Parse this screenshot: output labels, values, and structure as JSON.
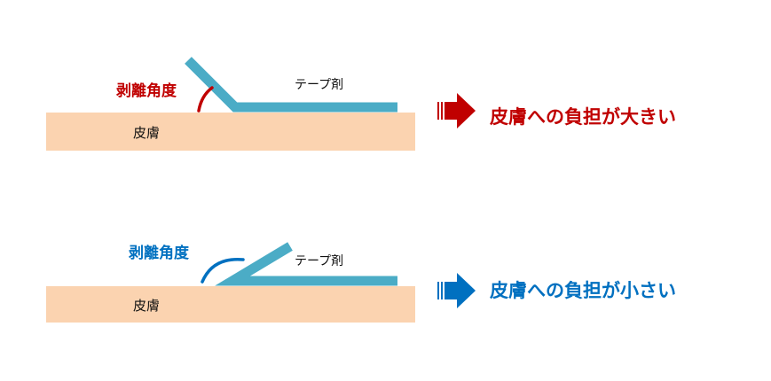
{
  "colors": {
    "skin": "#fbd3b0",
    "tape": "#4bacc6",
    "high": "#c00000",
    "low": "#0070c0"
  },
  "panels": [
    {
      "angle_label": "剥離角度",
      "tape_label": "テープ剤",
      "skin_label": "皮膚",
      "result": "皮膚への負担が大きい",
      "tone": "high"
    },
    {
      "angle_label": "剥離角度",
      "tape_label": "テープ剤",
      "skin_label": "皮膚",
      "result": "皮膚への負担が小さい",
      "tone": "low"
    }
  ]
}
